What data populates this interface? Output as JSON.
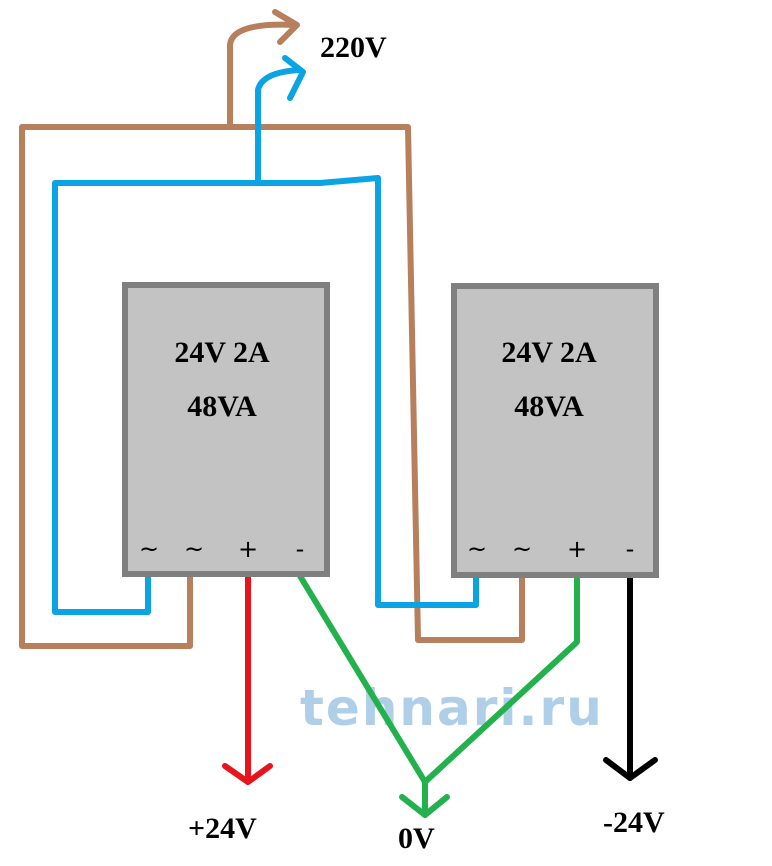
{
  "supply_input_label": "220V",
  "psu_units": [
    {
      "rating": "24V 2A",
      "power": "48VA",
      "terminals": [
        "~",
        "~",
        "+",
        "-"
      ]
    },
    {
      "rating": "24V 2A",
      "power": "48VA",
      "terminals": [
        "~",
        "~",
        "+",
        "-"
      ]
    }
  ],
  "outputs": {
    "positive": "+24V",
    "zero": "0V",
    "negative": "-24V"
  },
  "watermark": "tehnari.ru",
  "colors": {
    "brown": "#b77f5c",
    "blue": "#0aa3e3",
    "red": "#e8141c",
    "green": "#22b14c",
    "black": "#000000",
    "box_fill": "#c3c3c3",
    "box_border": "#7f7f7f"
  }
}
